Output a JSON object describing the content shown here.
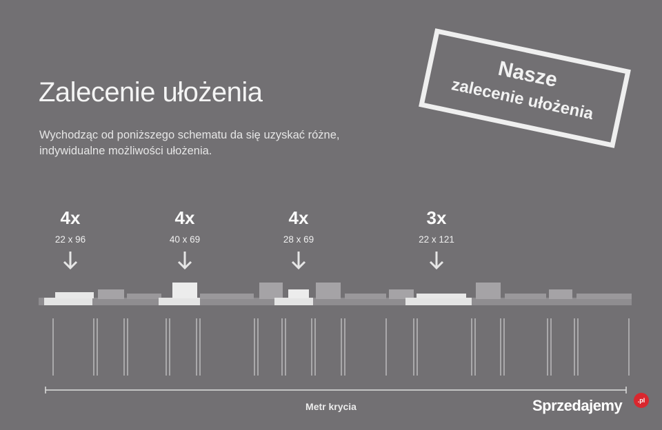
{
  "title": "Zalecenie ułożenia",
  "subtitle": "Wychodząc od poniższego schematu da się uzyskać różne, indywidualne możliwości ułożenia.",
  "stamp": {
    "line1": "Nasze",
    "line2": "zalecenie ułożenia"
  },
  "groups": [
    {
      "count": "4x",
      "dims": "22 x 96"
    },
    {
      "count": "4x",
      "dims": "40 x 69"
    },
    {
      "count": "4x",
      "dims": "28 x 69"
    },
    {
      "count": "3x",
      "dims": "22 x 121"
    }
  ],
  "meter_label": "Metr krycia",
  "logo": {
    "text": "Sprzedajemy",
    "badge": ".pl"
  },
  "colors": {
    "background": "#727073",
    "highlight_board": "#e8e8e8",
    "dark_board": "#8f8d90",
    "logo_badge": "#d9272e"
  }
}
